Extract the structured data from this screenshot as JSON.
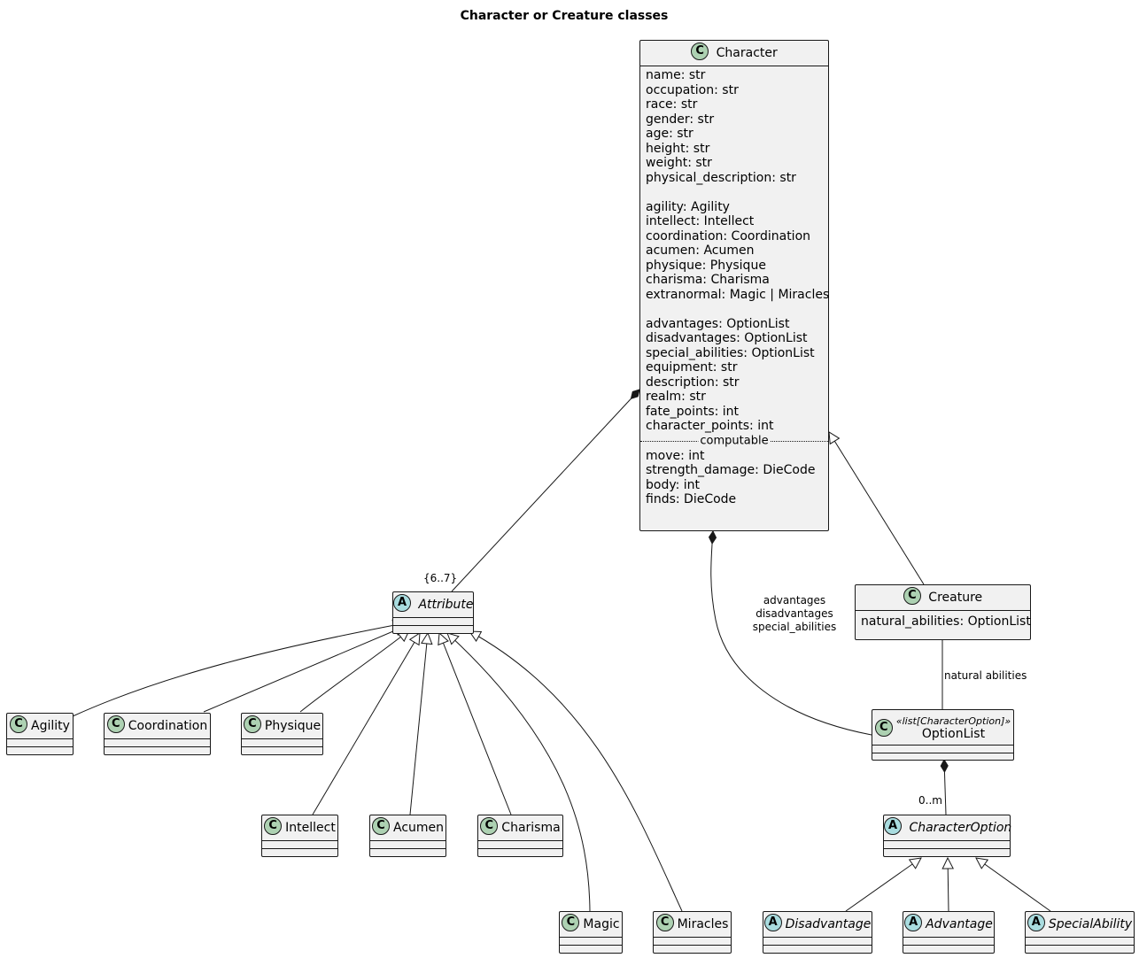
{
  "title": "Character or Creature classes",
  "classes": {
    "character": {
      "name": "Character",
      "kind": "C",
      "fields_a": [
        "name: str",
        "occupation: str",
        "race: str",
        "gender: str",
        "age: str",
        "height: str",
        "weight: str",
        "physical_description: str"
      ],
      "fields_b": [
        "agility: Agility",
        "intellect: Intellect",
        "coordination: Coordination",
        "acumen: Acumen",
        "physique: Physique",
        "charisma: Charisma",
        "extranormal: Magic | Miracles"
      ],
      "fields_c": [
        "advantages: OptionList",
        "disadvantages: OptionList",
        "special_abilities: OptionList",
        "equipment: str",
        "description: str",
        "realm: str",
        "fate_points: int",
        "character_points: int"
      ],
      "section_label": "computable",
      "fields_d": [
        "move: int",
        "strength_damage: DieCode",
        "body: int",
        "finds: DieCode"
      ]
    },
    "creature": {
      "name": "Creature",
      "kind": "C",
      "fields": [
        "natural_abilities: OptionList"
      ]
    },
    "optionlist": {
      "name": "OptionList",
      "kind": "C",
      "stereotype": "«list[CharacterOption]»"
    },
    "attribute": {
      "name": "Attribute",
      "kind": "A"
    },
    "characteroption": {
      "name": "CharacterOption",
      "kind": "A"
    },
    "agility": {
      "name": "Agility",
      "kind": "C"
    },
    "coordination": {
      "name": "Coordination",
      "kind": "C"
    },
    "physique": {
      "name": "Physique",
      "kind": "C"
    },
    "intellect": {
      "name": "Intellect",
      "kind": "C"
    },
    "acumen": {
      "name": "Acumen",
      "kind": "C"
    },
    "charisma": {
      "name": "Charisma",
      "kind": "C"
    },
    "magic": {
      "name": "Magic",
      "kind": "C"
    },
    "miracles": {
      "name": "Miracles",
      "kind": "C"
    },
    "disadvantage": {
      "name": "Disadvantage",
      "kind": "A"
    },
    "advantage": {
      "name": "Advantage",
      "kind": "A"
    },
    "specialability": {
      "name": "SpecialAbility",
      "kind": "A"
    }
  },
  "labels": {
    "multiplicity_attr": "{6..7}",
    "multiplicity_opt": "0..m",
    "assoc_options": [
      "advantages",
      "disadvantages",
      "special_abilities"
    ],
    "assoc_natural": "natural abilities"
  },
  "colors": {
    "class_circle": "#add1b2",
    "abstract_circle": "#a9dcdf",
    "box_fill": "#f1f1f1",
    "line": "#181818"
  }
}
